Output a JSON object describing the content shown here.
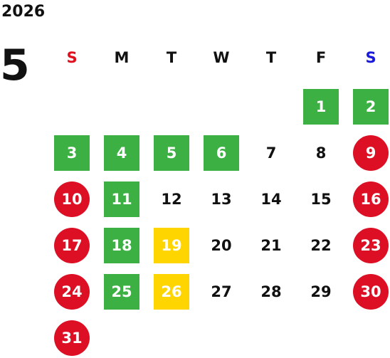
{
  "year": "2026",
  "month": "5",
  "weekdays": [
    {
      "label": "S",
      "color": "#e0101f"
    },
    {
      "label": "M",
      "color": "#111111"
    },
    {
      "label": "T",
      "color": "#111111"
    },
    {
      "label": "W",
      "color": "#111111"
    },
    {
      "label": "T",
      "color": "#111111"
    },
    {
      "label": "F",
      "color": "#111111"
    },
    {
      "label": "S",
      "color": "#1a1adc"
    }
  ],
  "colors": {
    "green": "#3cb043",
    "yellow": "#ffd500",
    "red": "#dc0f24",
    "text": "#111111"
  },
  "days": [
    {
      "day": "1",
      "style": "green"
    },
    {
      "day": "2",
      "style": "green"
    },
    {
      "day": "3",
      "style": "green"
    },
    {
      "day": "4",
      "style": "green"
    },
    {
      "day": "5",
      "style": "green"
    },
    {
      "day": "6",
      "style": "green"
    },
    {
      "day": "7",
      "style": "plain"
    },
    {
      "day": "8",
      "style": "plain"
    },
    {
      "day": "9",
      "style": "red"
    },
    {
      "day": "10",
      "style": "red"
    },
    {
      "day": "11",
      "style": "green"
    },
    {
      "day": "12",
      "style": "plain"
    },
    {
      "day": "13",
      "style": "plain"
    },
    {
      "day": "14",
      "style": "plain"
    },
    {
      "day": "15",
      "style": "plain"
    },
    {
      "day": "16",
      "style": "red"
    },
    {
      "day": "17",
      "style": "red"
    },
    {
      "day": "18",
      "style": "green"
    },
    {
      "day": "19",
      "style": "yellow"
    },
    {
      "day": "20",
      "style": "plain"
    },
    {
      "day": "21",
      "style": "plain"
    },
    {
      "day": "22",
      "style": "plain"
    },
    {
      "day": "23",
      "style": "red"
    },
    {
      "day": "24",
      "style": "red"
    },
    {
      "day": "25",
      "style": "green"
    },
    {
      "day": "26",
      "style": "yellow"
    },
    {
      "day": "27",
      "style": "plain"
    },
    {
      "day": "28",
      "style": "plain"
    },
    {
      "day": "29",
      "style": "plain"
    },
    {
      "day": "30",
      "style": "red"
    },
    {
      "day": "31",
      "style": "red"
    }
  ]
}
